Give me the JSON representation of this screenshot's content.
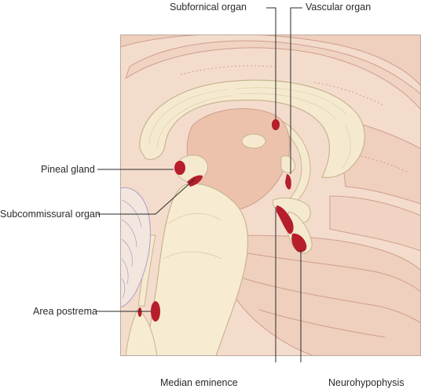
{
  "labels": {
    "subfornical_organ": "Subfornical organ",
    "vascular_organ": "Vascular organ",
    "pineal_gland": "Pineal gland",
    "subcommissural_organ": "Subcommissural organ",
    "area_postrema": "Area postrema",
    "median_eminence": "Median eminence",
    "neurohypophysis": "Neurohypophysis"
  },
  "colors": {
    "background_tissue": "#f4dccd",
    "gyri_fill": "#efcfbd",
    "gyri_outline": "#cf9e8c",
    "white_matter": "#f5ead0",
    "white_matter_outline": "#c9b48e",
    "thalamus": "#ecc2ad",
    "brainstem": "#f7ecd2",
    "cerebellum": "#f2e6de",
    "organ_red": "#b51e2a",
    "leader_line": "#2a2a2a"
  }
}
